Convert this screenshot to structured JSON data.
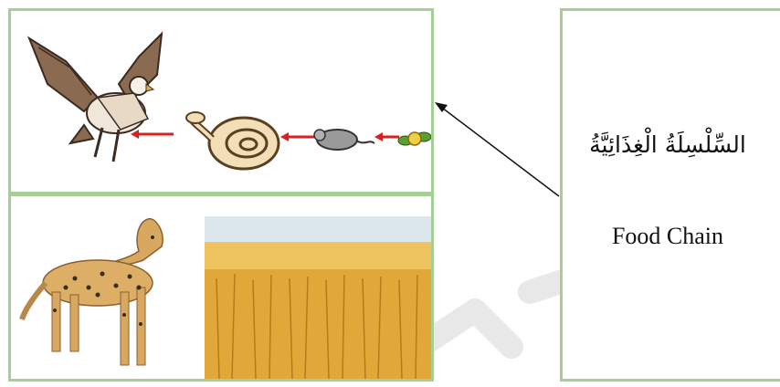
{
  "label": {
    "arabic": "السِّلْسِلَةُ الْغِذَائِيَّةُ",
    "english": "Food Chain"
  },
  "food_chain": {
    "organisms": [
      "eagle-icon",
      "snake-icon",
      "mouse-icon",
      "plant-icon"
    ],
    "arrow_color": "#d82020"
  },
  "examples": [
    "cheetah-image",
    "wheat-field-image"
  ],
  "colors": {
    "panel_border": "#a6cf98",
    "watermark": "#e6e6e6"
  }
}
